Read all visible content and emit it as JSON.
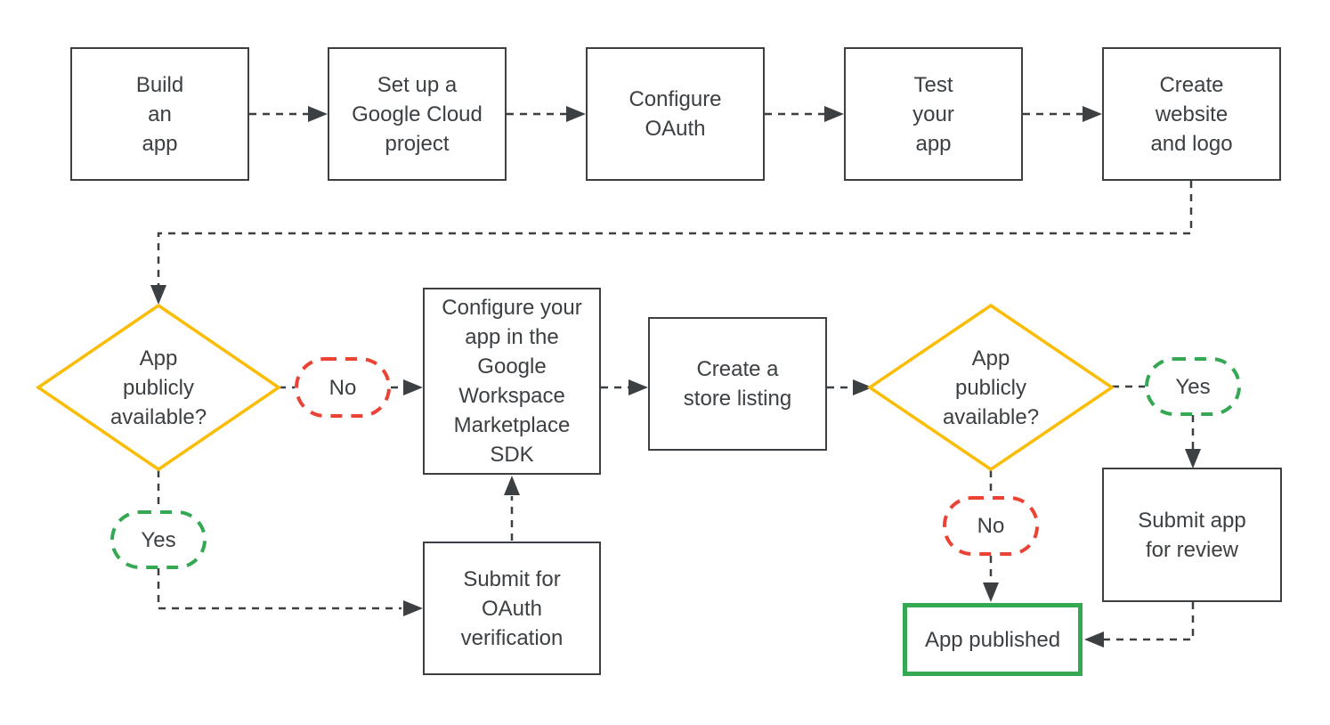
{
  "colors": {
    "outline": "#3c4043",
    "text": "#3c4043",
    "decision_yellow": "#fbbc04",
    "yes_green": "#34a853",
    "no_red": "#ea4335",
    "published_green": "#34a853",
    "background": "#ffffff"
  },
  "nodes": {
    "build_app": "Build\nan\napp",
    "setup_project": "Set up a\nGoogle Cloud\nproject",
    "configure_oauth": "Configure\nOAuth",
    "test_app": "Test\nyour\napp",
    "create_website": "Create\nwebsite\nand logo",
    "decision_public_1": "App\npublicly\navailable?",
    "no_1": "No",
    "yes_1": "Yes",
    "configure_sdk": "Configure your\napp in the\nGoogle\nWorkspace\nMarketplace\nSDK",
    "store_listing": "Create a\nstore listing",
    "decision_public_2": "App\npublicly\navailable?",
    "yes_2": "Yes",
    "no_2": "No",
    "submit_review": "Submit app\nfor review",
    "app_published": "App published",
    "submit_oauth": "Submit for\nOAuth\nverification"
  }
}
